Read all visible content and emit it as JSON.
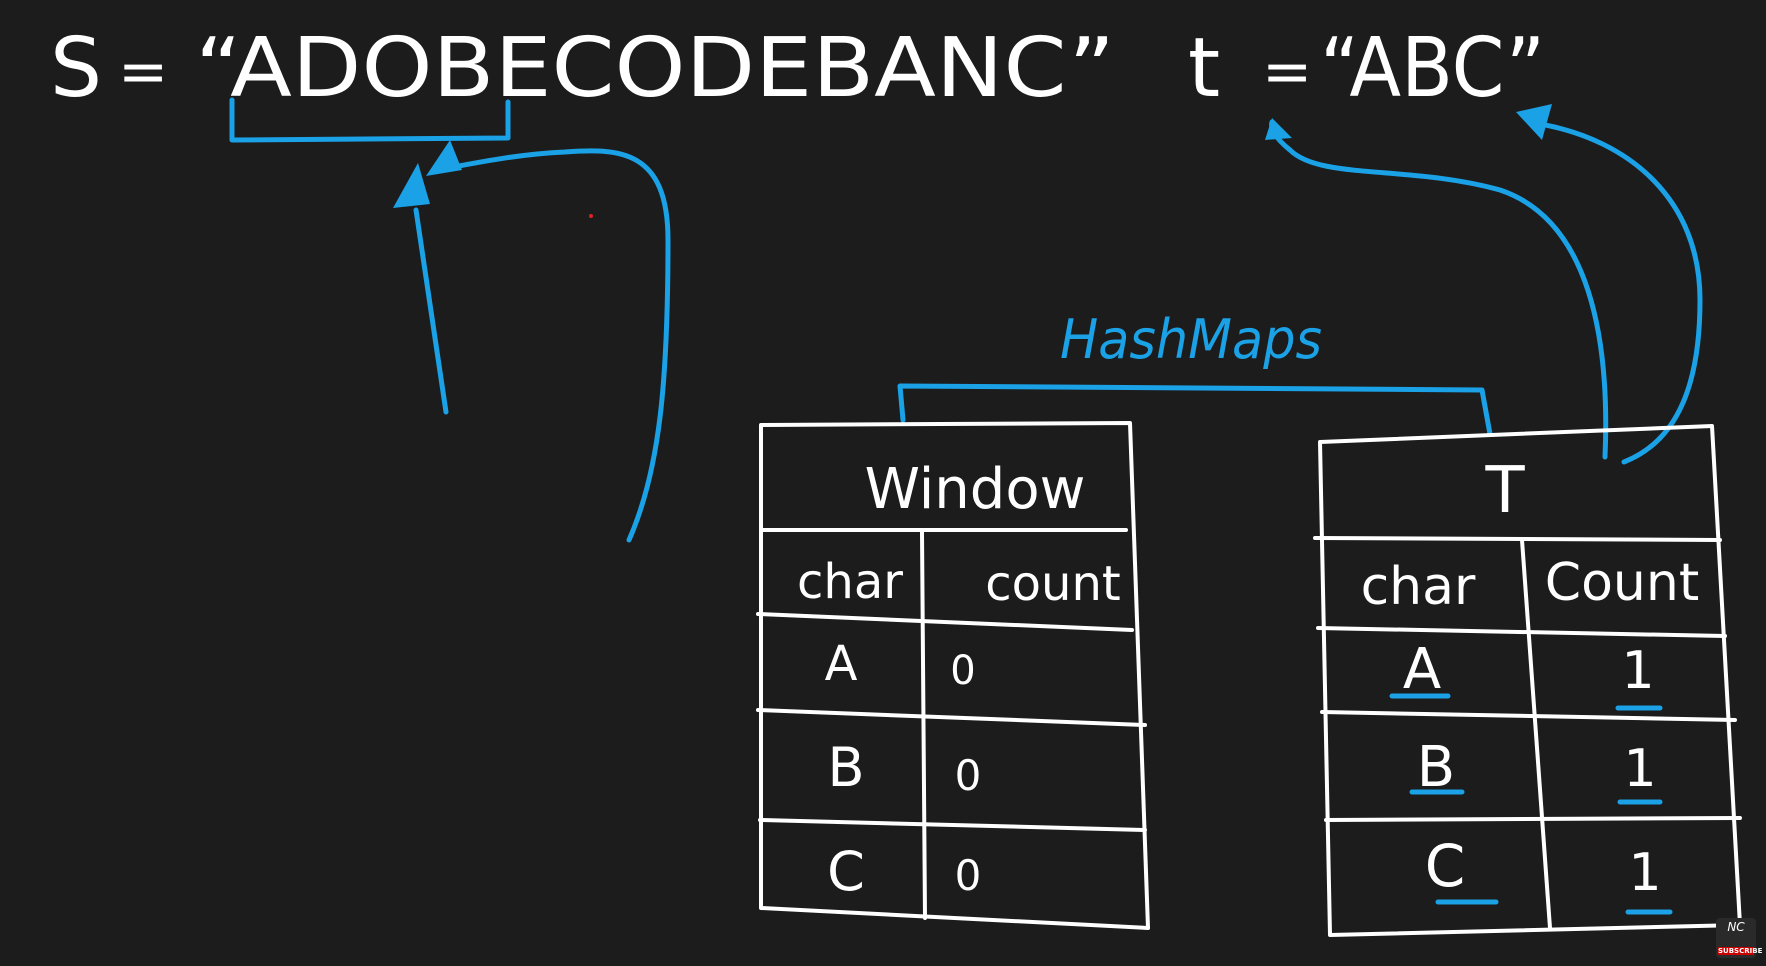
{
  "colors": {
    "background": "#1c1c1c",
    "chalk": "#ffffff",
    "marker": "#1aa1e6"
  },
  "header": {
    "s_label": "S",
    "equals": "=",
    "s_value": "“ADOBECODEBANC”",
    "t_label": "t",
    "t_value": "“ABC”"
  },
  "annotation": {
    "label": "HashMaps"
  },
  "window_table": {
    "title": "Window",
    "col_char": "char",
    "col_count": "count",
    "rows": [
      {
        "char": "A",
        "count": "0"
      },
      {
        "char": "B",
        "count": "0"
      },
      {
        "char": "C",
        "count": "0"
      }
    ]
  },
  "t_table": {
    "title": "T",
    "col_char": "char",
    "col_count": "Count",
    "rows": [
      {
        "char": "A",
        "count": "1"
      },
      {
        "char": "B",
        "count": "1"
      },
      {
        "char": "C",
        "count": "1"
      }
    ]
  },
  "badge": {
    "logo": "NC",
    "subscribe": "SUBSCRIBE"
  }
}
